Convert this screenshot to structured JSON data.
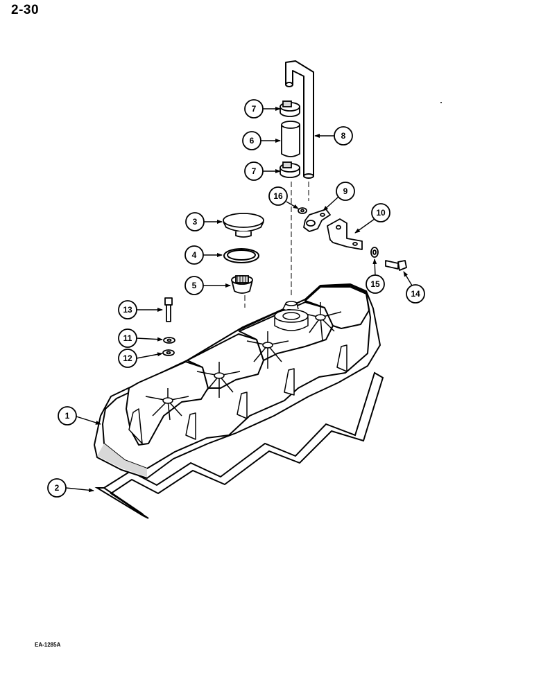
{
  "page": {
    "number": "2-30",
    "figure_code": "EA-1285A"
  },
  "callouts": [
    {
      "id": "c1",
      "label": "1"
    },
    {
      "id": "c2",
      "label": "2"
    },
    {
      "id": "c3",
      "label": "3"
    },
    {
      "id": "c4",
      "label": "4"
    },
    {
      "id": "c5",
      "label": "5"
    },
    {
      "id": "c6",
      "label": "6"
    },
    {
      "id": "c7a",
      "label": "7"
    },
    {
      "id": "c7b",
      "label": "7"
    },
    {
      "id": "c8",
      "label": "8"
    },
    {
      "id": "c9",
      "label": "9"
    },
    {
      "id": "c10",
      "label": "10"
    },
    {
      "id": "c11",
      "label": "11"
    },
    {
      "id": "c12",
      "label": "12"
    },
    {
      "id": "c13",
      "label": "13"
    },
    {
      "id": "c14",
      "label": "14"
    },
    {
      "id": "c15",
      "label": "15"
    },
    {
      "id": "c16",
      "label": "16"
    }
  ],
  "colors": {
    "ink": "#000000",
    "paper": "#ffffff",
    "shade": "#d8d8d8"
  }
}
